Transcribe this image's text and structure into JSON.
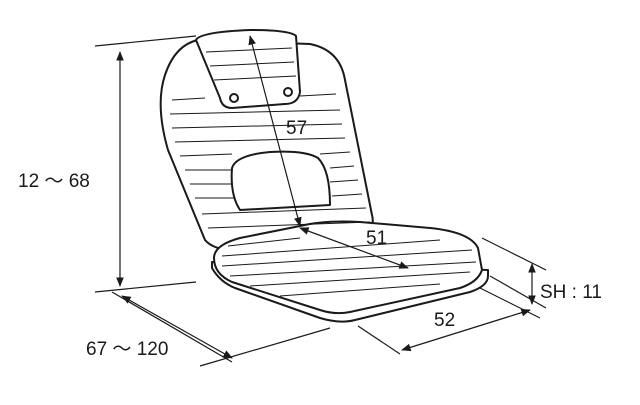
{
  "diagram": {
    "labels": {
      "total_height": "12 ～ 68",
      "total_length": "67 ～ 120",
      "backrest_length": "57",
      "seat_depth": "51",
      "seat_width": "52",
      "seat_height": "SH : 11"
    },
    "colors": {
      "line": "#1a1a1a",
      "fill": "#ffffff"
    }
  }
}
